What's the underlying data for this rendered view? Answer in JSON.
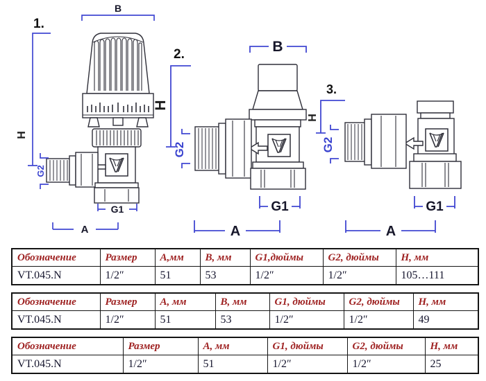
{
  "figure": {
    "items": [
      {
        "number": "1.",
        "labels": {
          "B": "B",
          "H": "H",
          "G2": "G2",
          "G1": "G1",
          "A": "A"
        }
      },
      {
        "number": "2.",
        "labels": {
          "B": "B",
          "H": "H",
          "G2": "G2",
          "G1": "G1",
          "A": "A"
        }
      },
      {
        "number": "3.",
        "labels": {
          "H": "H",
          "G2": "G2",
          "G1": "G1",
          "A": "A"
        }
      }
    ],
    "logo_letter": "V"
  },
  "tables": [
    {
      "headers": [
        "Обозначение",
        "Размер",
        "А,мм",
        "В, мм",
        "G1,дюймы",
        "G2, дюймы",
        "Н, мм"
      ],
      "rows": [
        [
          "VT.045.N",
          "1/2″",
          "51",
          "53",
          "1/2″",
          "1/2″",
          "105…111"
        ]
      ]
    },
    {
      "headers": [
        "Обозначение",
        "Размер",
        "А, мм",
        "В, мм",
        "G1, дюймы",
        "G2, дюймы",
        "Н, мм"
      ],
      "rows": [
        [
          "VT.045.N",
          "1/2″",
          "51",
          "53",
          "1/2″",
          "1/2″",
          "49"
        ]
      ]
    },
    {
      "headers": [
        "Обозначение",
        "Размер",
        "А, мм",
        "G1, дюймы",
        "G2, дюймы",
        "Н, мм"
      ],
      "rows": [
        [
          "VT.045.N",
          "1/2″",
          "51",
          "1/2″",
          "1/2″",
          "25"
        ]
      ]
    }
  ],
  "colors": {
    "dimension_line": "#4147d2",
    "label_dark": "#17172a",
    "label_blue": "#3a43cf",
    "header_red": "#9e2121",
    "value_dark": "#16162e",
    "drawing_line": "#2e2e38"
  }
}
